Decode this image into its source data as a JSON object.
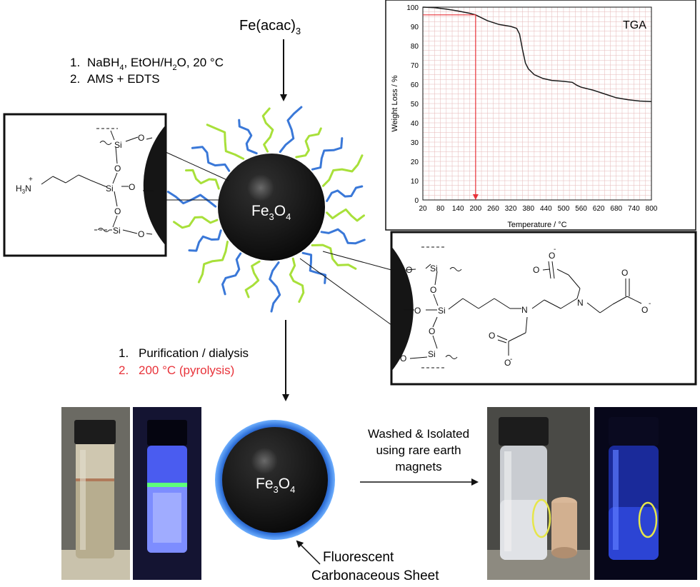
{
  "reagent": {
    "base": "Fe(acac)",
    "sub": "3"
  },
  "steps_top": {
    "s1_num": "1.",
    "s1_a": "NaBH",
    "s1_sub": "4",
    "s1_b": ", EtOH/H",
    "s1_sub2": "2",
    "s1_c": "O, 20 °C",
    "s2_num": "2.",
    "s2_text": "AMS +  EDTS"
  },
  "core_label": {
    "base": "Fe",
    "sub1": "3",
    "mid": "O",
    "sub2": "4"
  },
  "steps_mid": {
    "s1_num": "1.",
    "s1_text": "Purification / dialysis",
    "s2_num": "2.",
    "s2_text": "200 °C (pyrolysis)"
  },
  "wash_text": [
    "Washed & Isolated",
    "using rare earth",
    "magnets"
  ],
  "sheet_label": [
    "Fluorescent",
    "Carbonaceous Sheet"
  ],
  "left_inset": {
    "si": "Si",
    "o": "O",
    "h3n": "H",
    "h3n_sub": "3",
    "n": "N",
    "plus": "+"
  },
  "right_inset": {
    "si": "Si",
    "o": "O",
    "n": "N",
    "minus": "-"
  },
  "chart_data": {
    "type": "line",
    "title": "TGA",
    "xlabel": "Temperature / °C",
    "ylabel": "Weight Loss / %",
    "xlim": [
      20,
      800
    ],
    "ylim": [
      0,
      100
    ],
    "xticks": [
      20,
      80,
      140,
      200,
      260,
      320,
      380,
      440,
      500,
      560,
      620,
      680,
      740,
      800
    ],
    "yticks": [
      0,
      10,
      20,
      30,
      40,
      50,
      60,
      70,
      80,
      90,
      100
    ],
    "grid": true,
    "series": [
      {
        "x": [
          20,
          60,
          100,
          140,
          180,
          200,
          240,
          280,
          320,
          340,
          350,
          360,
          370,
          380,
          400,
          430,
          460,
          500,
          530,
          545,
          560,
          600,
          640,
          680,
          720,
          760,
          800
        ],
        "y": [
          100,
          99.7,
          99,
          98,
          96.8,
          96,
          93,
          91,
          90,
          89,
          86,
          78,
          71,
          68,
          65,
          63,
          62,
          61.5,
          61,
          59.5,
          58.5,
          57,
          55,
          53,
          52,
          51.3,
          51
        ]
      }
    ],
    "marker": {
      "x": 200,
      "y": 96
    },
    "color": "#1a1a1a",
    "marker_color": "#e8333a"
  },
  "colors": {
    "red_step": "#e8333a",
    "blue_chain": "#3a78d8",
    "green_chain": "#a8e03a"
  }
}
